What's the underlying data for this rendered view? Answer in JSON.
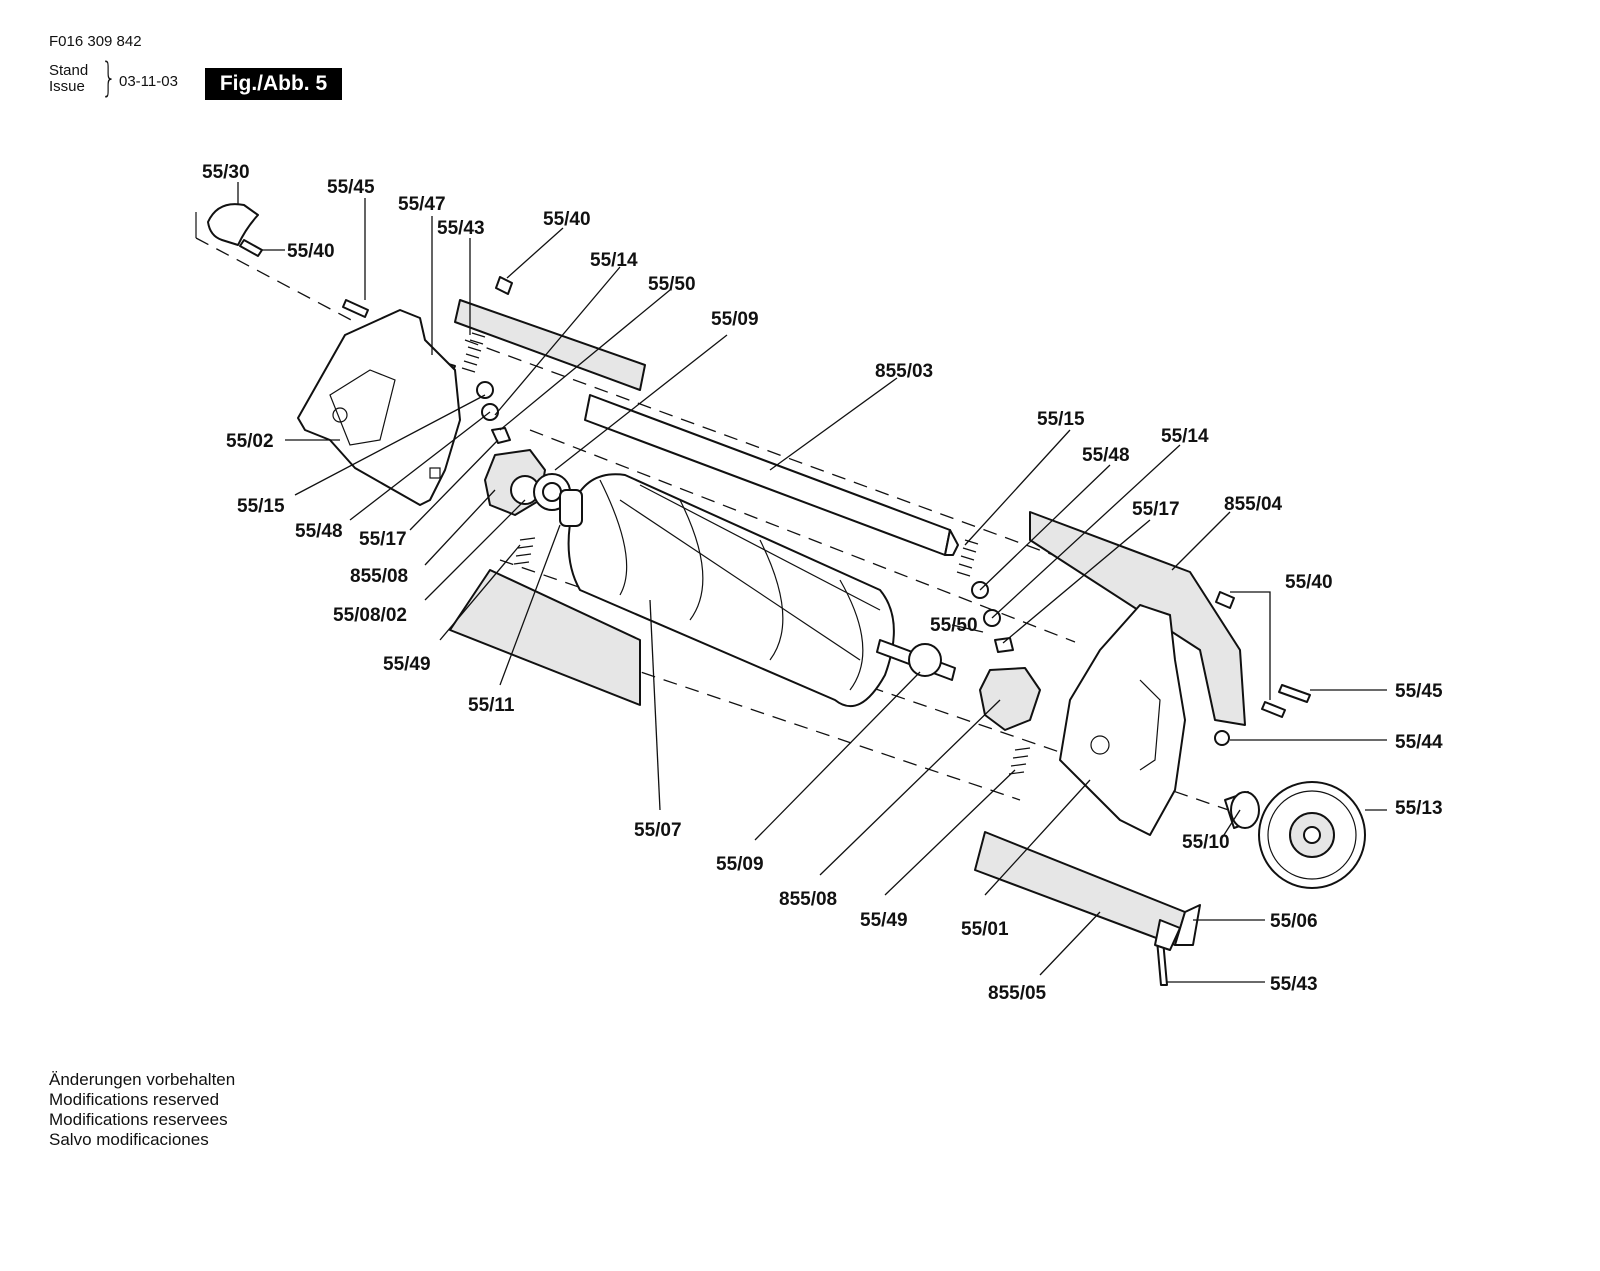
{
  "header": {
    "doc_number": "F016 309 842",
    "stand": "Stand",
    "issue": "Issue",
    "date": "03-11-03",
    "figure": "Fig./Abb. 5"
  },
  "labels": {
    "l5530": "55/30",
    "l5545a": "55/45",
    "l5547": "55/47",
    "l5543a": "55/43",
    "l5540a": "55/40",
    "l5540b": "55/40",
    "l5514a": "55/14",
    "l5550a": "55/50",
    "l5509a": "55/09",
    "l85503": "855/03",
    "l5502": "55/02",
    "l5515a": "55/15",
    "l5548a": "55/48",
    "l5517a": "55/17",
    "l85508a": "855/08",
    "l550802": "55/08/02",
    "l5549a": "55/49",
    "l5511": "55/11",
    "l5507": "55/07",
    "l5509b": "55/09",
    "l85508b": "855/08",
    "l5549b": "55/49",
    "l5501": "55/01",
    "l85505": "855/05",
    "l5515b": "55/15",
    "l5548b": "55/48",
    "l5514b": "55/14",
    "l5517b": "55/17",
    "l85504": "855/04",
    "l5550b": "55/50",
    "l5540c": "55/40",
    "l5545b": "55/45",
    "l5544": "55/44",
    "l5513": "55/13",
    "l5510": "55/10",
    "l5506": "55/06",
    "l5543b": "55/43"
  },
  "footer": {
    "line1": "Änderungen vorbehalten",
    "line2": "Modifications reserved",
    "line3": "Modifications reservees",
    "line4": "Salvo modificaciones"
  }
}
